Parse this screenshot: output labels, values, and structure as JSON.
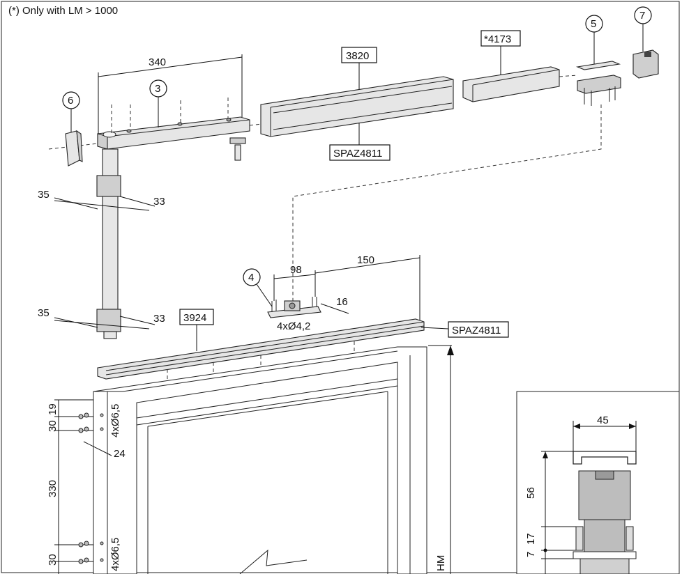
{
  "note": "(*) Only with LM > 1000",
  "callouts": [
    "3",
    "4",
    "5",
    "6",
    "7"
  ],
  "part_codes": {
    "rail_long": "3820",
    "rail_short": "*4173",
    "track": "3924",
    "profile_top": "SPAZ4811",
    "profile_right": "SPAZ4811"
  },
  "dimensions": {
    "bracket_length": "340",
    "hole_left_upper": "35",
    "hole_right_upper": "33",
    "hole_left_lower": "35",
    "hole_right_lower": "33",
    "trolley_spacing": "98",
    "trolley_offset": "150",
    "trolley_width": "16",
    "trolley_holes": "4xØ4,2",
    "frame_top_a": "19",
    "frame_top_b": "30",
    "frame_mid": "330",
    "frame_bottom": "30",
    "hole_spec_upper": "4xØ6,5",
    "hole_spec_lower": "4xØ6,5",
    "edge_offset": "24",
    "height_label": "HM"
  },
  "section": {
    "width": "45",
    "height": "56",
    "gap": "17",
    "base": "7"
  }
}
